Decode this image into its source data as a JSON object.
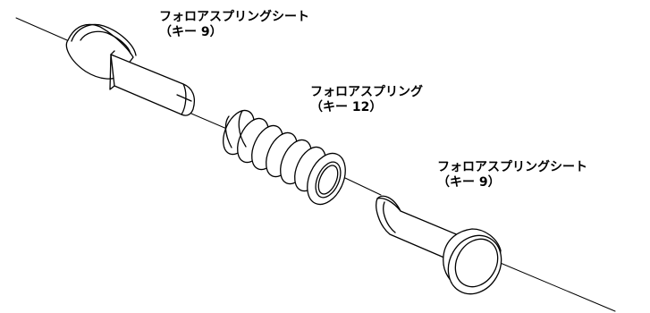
{
  "labels": {
    "top_seat": {
      "name": "フォロアスプリングシート",
      "key": "（キー 9）"
    },
    "spring": {
      "name": "フォロアスプリング",
      "key": "（キー 12）"
    },
    "bottom_seat": {
      "name": "フォロアスプリングシート",
      "key": "（キー 9）"
    }
  },
  "colors": {
    "line": "#000000",
    "background": "#ffffff"
  }
}
